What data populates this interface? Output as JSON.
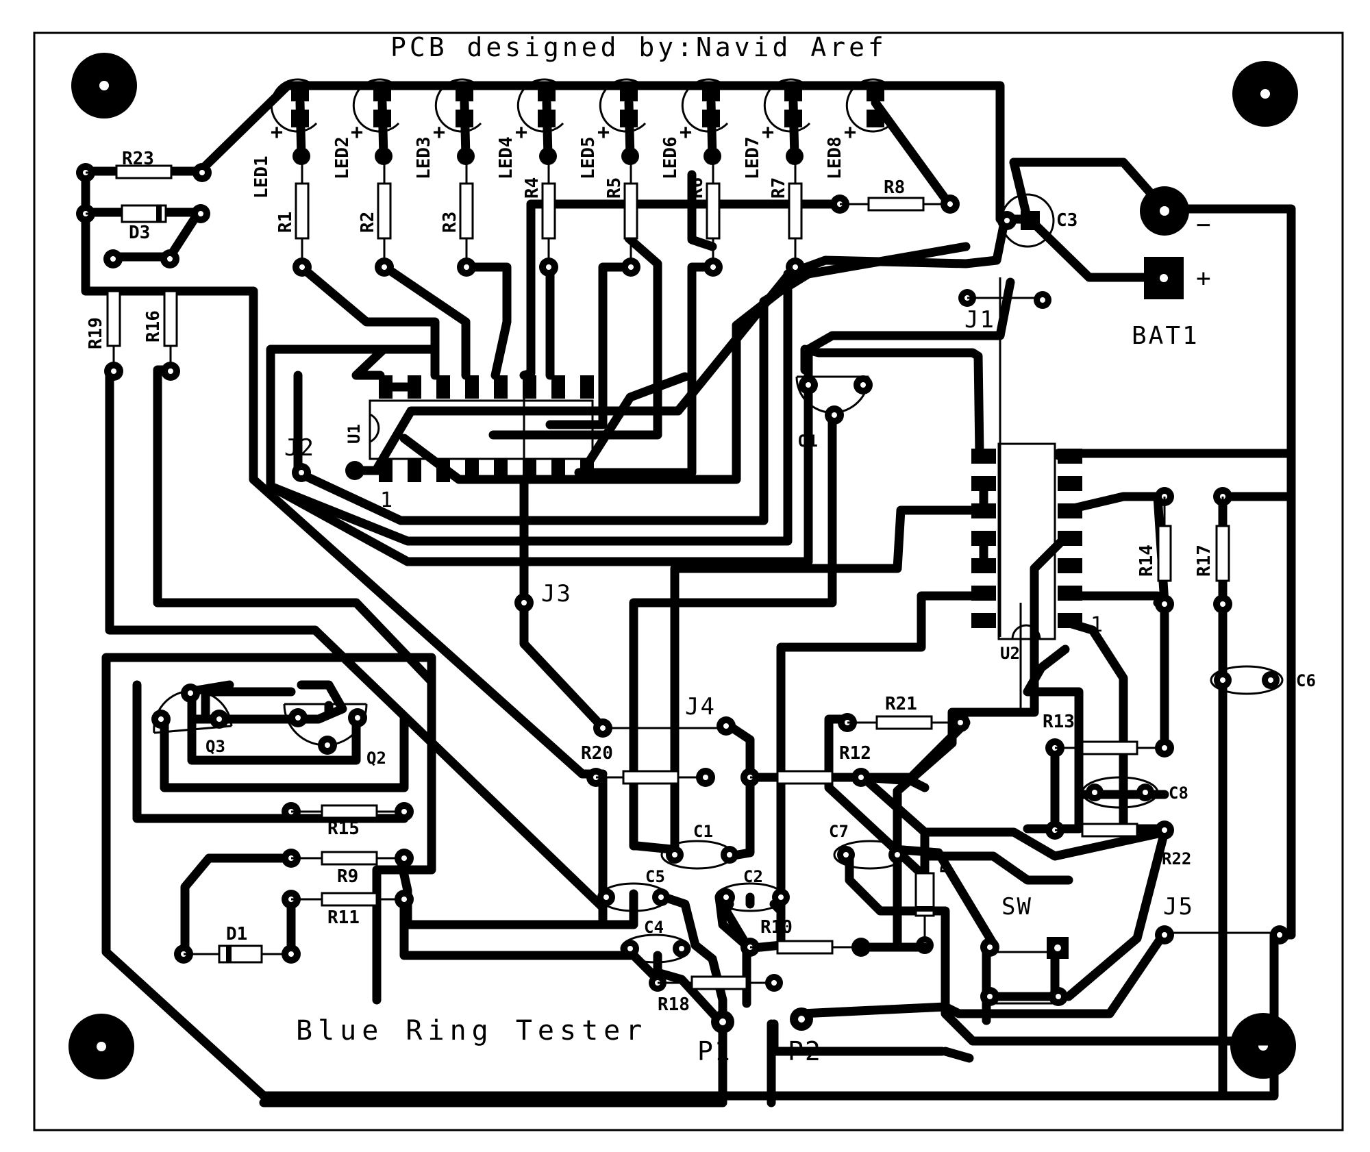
{
  "title": "PCB designed by:Navid Aref",
  "caption": "Blue Ring Tester",
  "battery_label": "BAT1",
  "battery_minus": "−",
  "battery_plus": "+",
  "leds": [
    {
      "name": "LED1",
      "plus": "+"
    },
    {
      "name": "LED2",
      "plus": "+"
    },
    {
      "name": "LED3",
      "plus": "+"
    },
    {
      "name": "LED4",
      "plus": "+"
    },
    {
      "name": "LED5",
      "plus": "+"
    },
    {
      "name": "LED6",
      "plus": "+"
    },
    {
      "name": "LED7",
      "plus": "+"
    },
    {
      "name": "LED8",
      "plus": "+"
    }
  ],
  "resistors_column": [
    "R1",
    "R2",
    "R3",
    "R4",
    "R5",
    "R6",
    "R7"
  ],
  "labels": {
    "r8": "R8",
    "r23": "R23",
    "d3": "D3",
    "r19": "R19",
    "r16": "R16",
    "c3": "C3",
    "j1": "J1",
    "j2": "J2",
    "j3": "J3",
    "j4": "J4",
    "j5": "J5",
    "u1": "U1",
    "u1_pin1": "1",
    "u2": "U2",
    "u2_pin1": "1",
    "q1": "Q1",
    "q2": "Q2",
    "q3": "Q3",
    "r14": "R14",
    "r17": "R17",
    "c6": "C6",
    "r13": "R13",
    "c8": "C8",
    "r22": "R22",
    "r21": "R21",
    "r12": "R12",
    "r20": "R20",
    "c1": "C1",
    "c2": "C2",
    "c5": "C5",
    "c4": "C4",
    "c7": "C7",
    "d": "D",
    "sw": "SW",
    "r10": "R10",
    "r18": "R18",
    "r15": "R15",
    "r9": "R9",
    "r11": "R11",
    "d1": "D1",
    "p1": "P1",
    "p2": "P2"
  }
}
